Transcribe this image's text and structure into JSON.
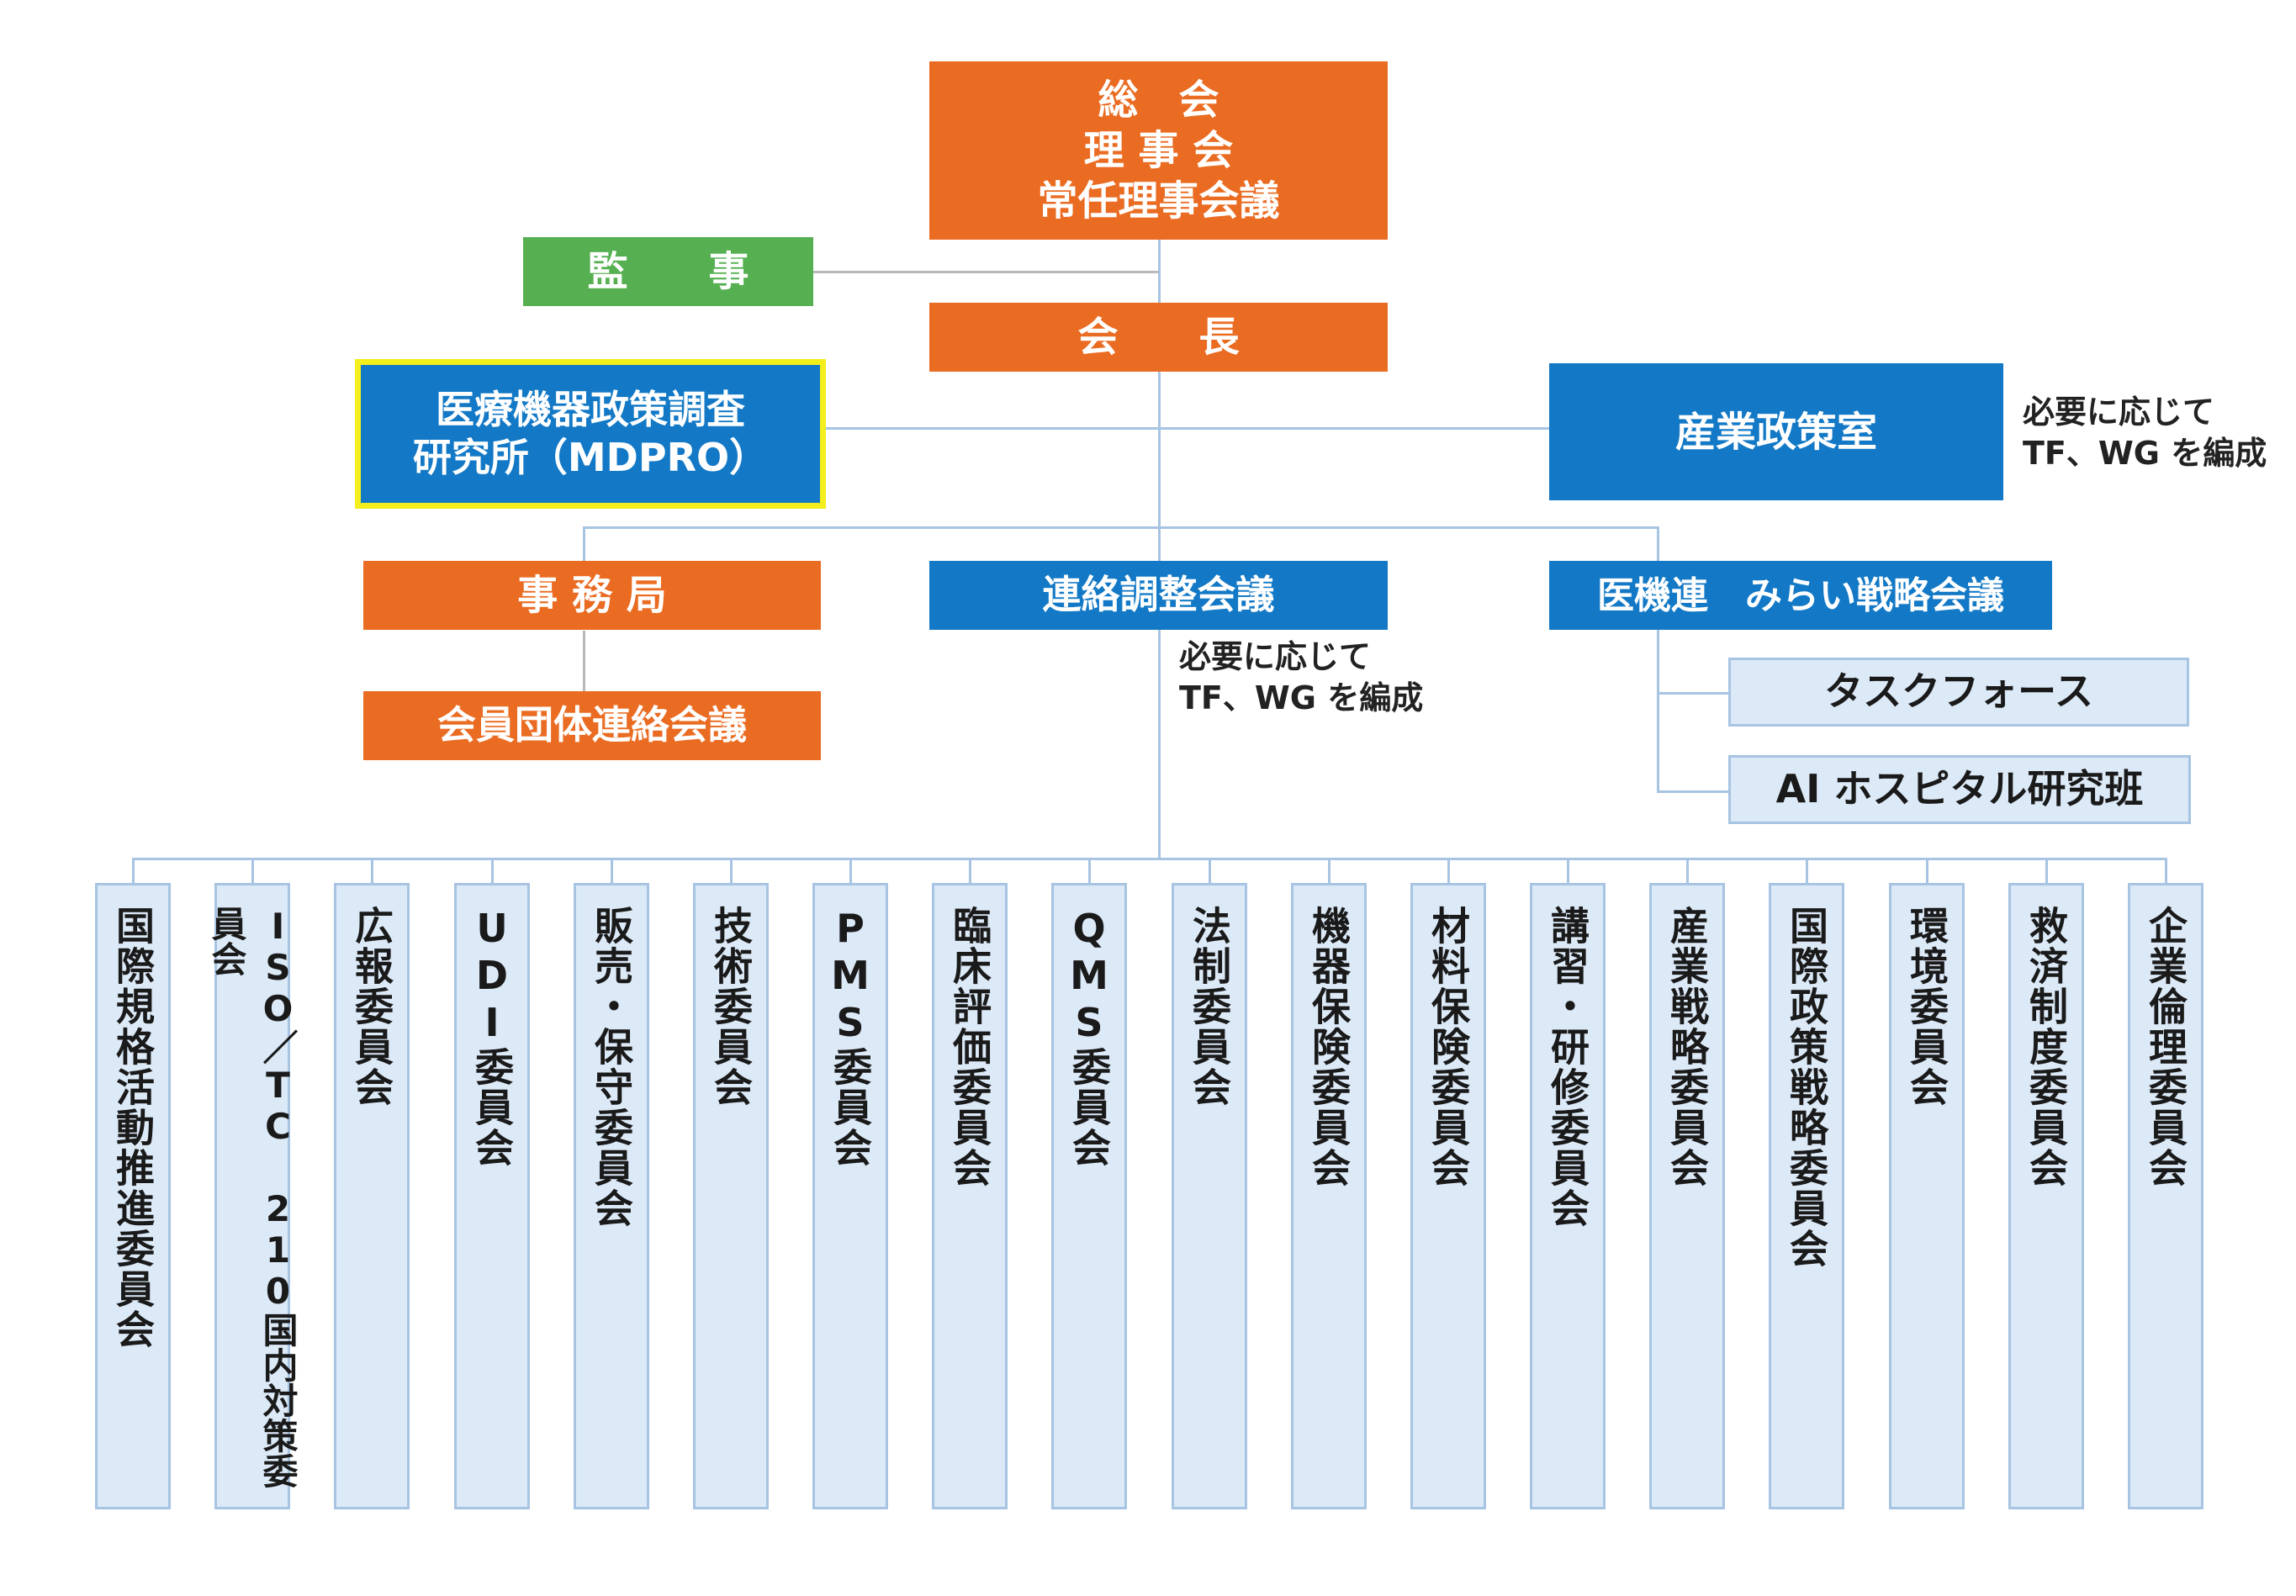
{
  "colors": {
    "orange": "#ea6c22",
    "blue": "#1379c6",
    "green": "#56b052",
    "light_blue": "#dce9f7",
    "highlight": "#f4ee1d"
  },
  "top": {
    "general_meeting": "総　会",
    "board": "理 事 会",
    "standing_board": "常任理事会議"
  },
  "auditor": "監　　事",
  "president": "会　　長",
  "mdpro": {
    "line1": "医療機器政策調査",
    "line2": "研究所（MDPRO）"
  },
  "industry_policy": "産業政策室",
  "note_right": "必要に応じて\nTF、WG を編成",
  "secretariat": "事 務 局",
  "member_liaison": "会員団体連絡会議",
  "coordination": "連絡調整会議",
  "note_center": "必要に応じて\nTF、WG を編成",
  "mirai": "医機連　みらい戦略会議",
  "task_force": "タスクフォース",
  "ai_hospital": "AI ホスピタル研究班",
  "committees": [
    "国際規格活動推進委員会",
    "ISO／TC 210国内対策委員会",
    "広報委員会",
    "UDI委員会",
    "販売・保守委員会",
    "技術委員会",
    "PMS委員会",
    "臨床評価委員会",
    "QMS委員会",
    "法制委員会",
    "機器保険委員会",
    "材料保険委員会",
    "講習・研修委員会",
    "産業戦略委員会",
    "国際政策戦略委員会",
    "環境委員会",
    "救済制度委員会",
    "企業倫理委員会"
  ]
}
